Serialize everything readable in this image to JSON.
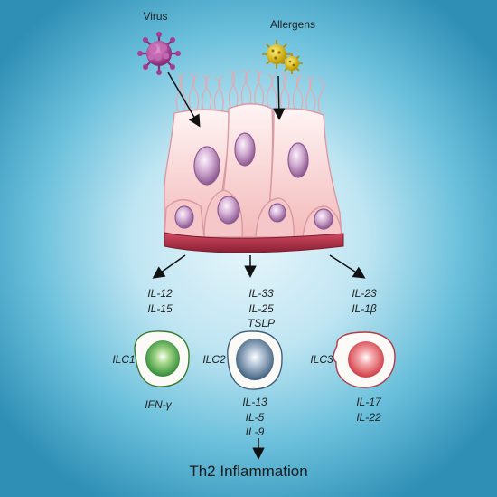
{
  "triggers": {
    "virus": "Virus",
    "allergens": "Allergens"
  },
  "cytokines_in": {
    "ilc1": [
      "IL-12",
      "IL-15"
    ],
    "ilc2": [
      "IL-33",
      "IL-25",
      "TSLP"
    ],
    "ilc3": [
      "IL-23",
      "IL-1β"
    ]
  },
  "cells": {
    "ilc1": {
      "label": "ILC1",
      "color": "#2f9a3c"
    },
    "ilc2": {
      "label": "ILC2",
      "color": "#5d7f9c"
    },
    "ilc3": {
      "label": "ILC3",
      "color": "#e0515a"
    }
  },
  "cytokines_out": {
    "ilc1": [
      "IFN-γ"
    ],
    "ilc2": [
      "IL-13",
      "IL-5",
      "IL-9"
    ],
    "ilc3": [
      "IL-17",
      "IL-22"
    ]
  },
  "outcome": "Th2 Inflammation"
}
